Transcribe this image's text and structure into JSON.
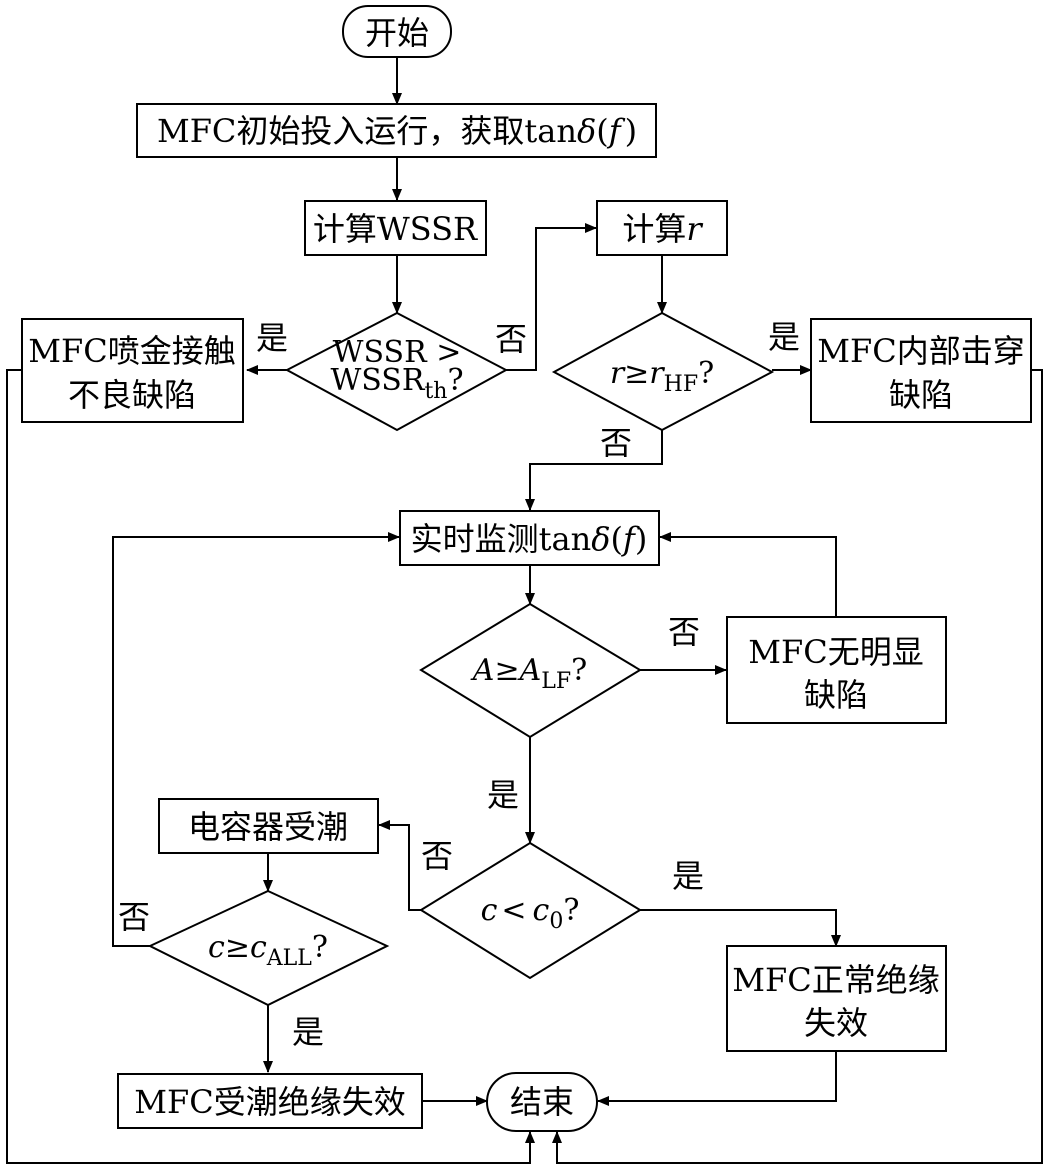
{
  "nodes": {
    "start": "开始",
    "init": {
      "prefix": "MFC初始投入运行，获取tan",
      "delta": "δ",
      "open": "(",
      "f": "f",
      "close": ")"
    },
    "calc_wssr": "计算WSSR",
    "calc_r": {
      "prefix": "计算",
      "var": "r"
    },
    "wssr_decision": {
      "line1": "WSSR >",
      "line2_main": "WSSR",
      "line2_sub": "th",
      "line2_q": "?"
    },
    "r_decision": {
      "var": "r",
      "op": "≥",
      "var2": "r",
      "sub": "HF",
      "q": "?"
    },
    "gold_contact": {
      "line1": "MFC喷金接触",
      "line2": "不良缺陷"
    },
    "breakdown": {
      "line1": "MFC内部击穿",
      "line2": "缺陷"
    },
    "monitor": {
      "prefix": "实时监测tan",
      "delta": "δ",
      "open": "(",
      "f": "f",
      "close": ")"
    },
    "a_decision": {
      "var": "A",
      "op": "≥",
      "var2": "A",
      "sub": "LF",
      "q": "?"
    },
    "no_defect": {
      "line1": "MFC无明显",
      "line2": "缺陷"
    },
    "c_decision": {
      "var": "c",
      "op": "<",
      "var2": "c",
      "sub": "0",
      "q": "?"
    },
    "moisture": "电容器受潮",
    "call_decision": {
      "var": "c",
      "op": "≥",
      "var2": "c",
      "sub": "ALL",
      "q": "?"
    },
    "normal_fail": {
      "line1": "MFC正常绝缘",
      "line2": "失效"
    },
    "moist_fail": "MFC受潮绝缘失效",
    "end": "结束"
  },
  "labels": {
    "wssr_yes": "是",
    "wssr_no": "否",
    "r_yes": "是",
    "r_no": "否",
    "a_no": "否",
    "a_yes": "是",
    "c_no": "否",
    "c_yes": "是",
    "call_no": "否",
    "call_yes": "是"
  }
}
